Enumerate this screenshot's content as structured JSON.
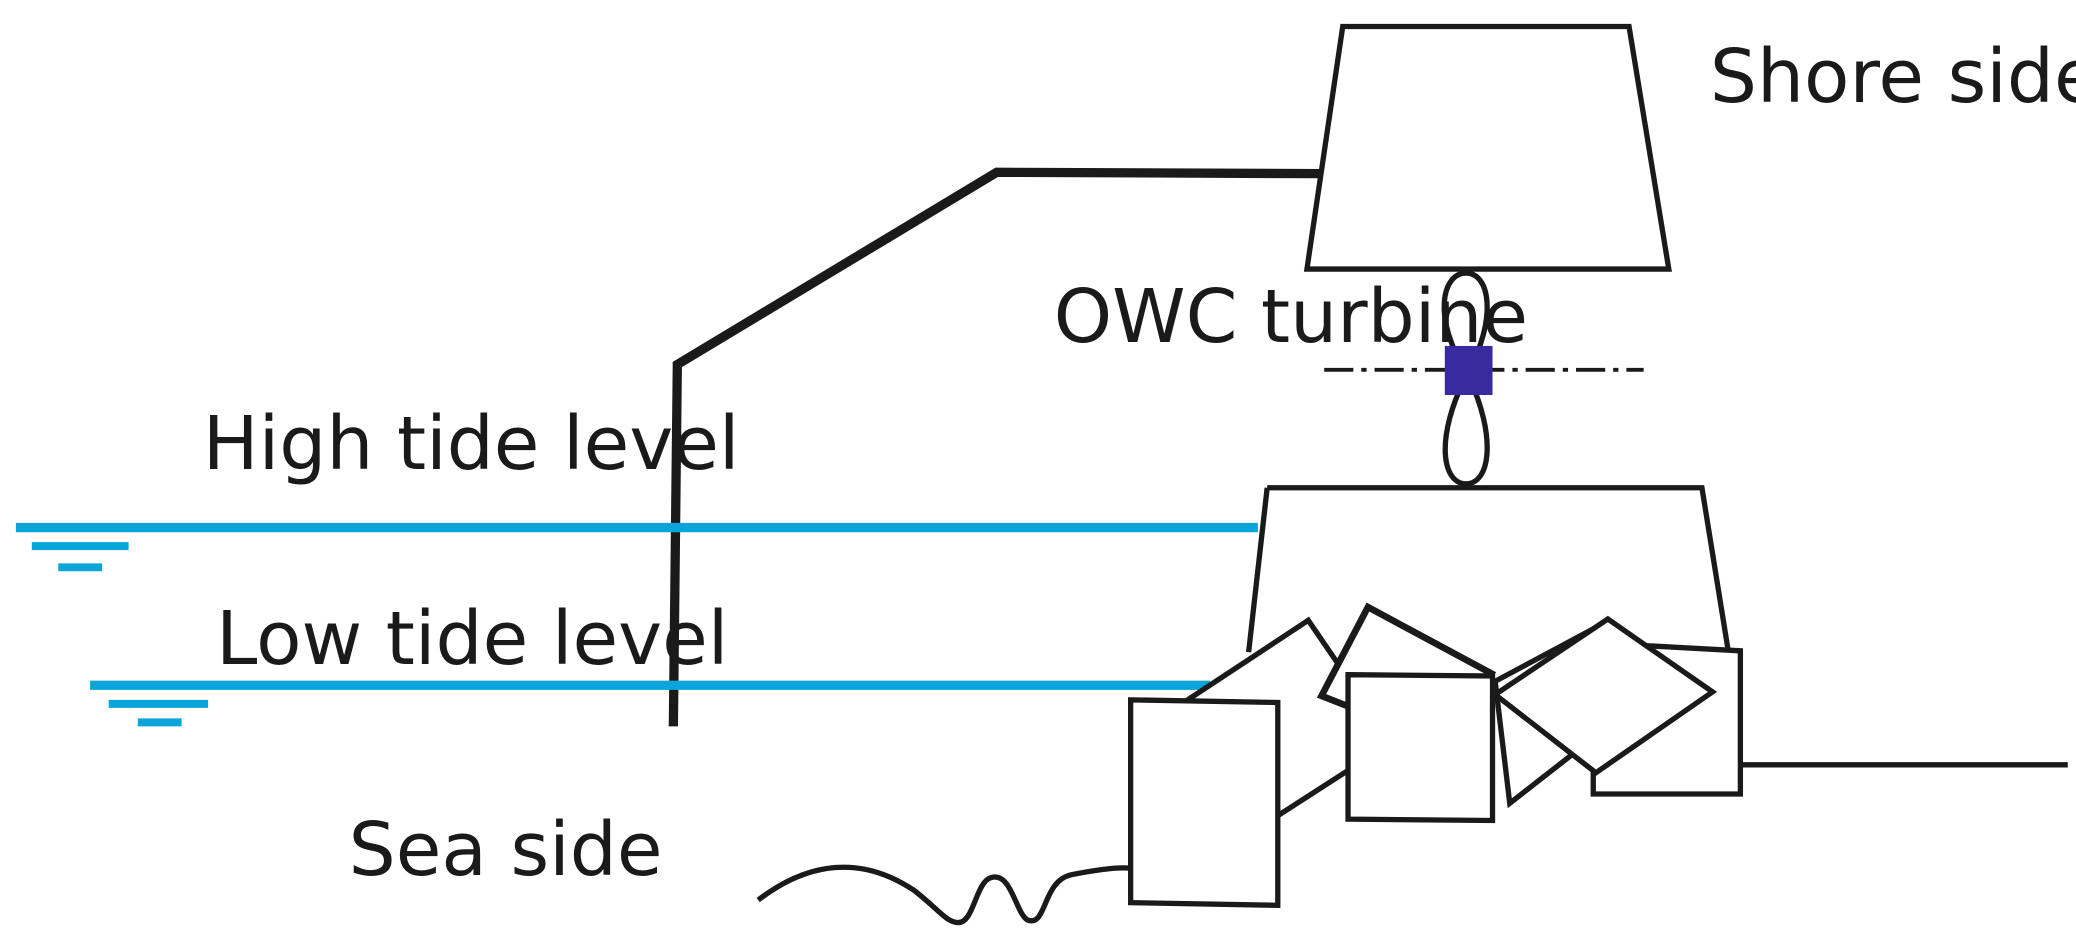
{
  "labels": {
    "shore_side": "Shore side",
    "owc_turbine": "OWC turbine",
    "high_tide": "High tide level",
    "low_tide": "Low tide level",
    "sea_side": "Sea side"
  },
  "colors": {
    "water_line": "#0aa5d8",
    "turbine_hub": "#3a2aa0",
    "outline": "#1a1a1a",
    "background": "#ffffff"
  }
}
